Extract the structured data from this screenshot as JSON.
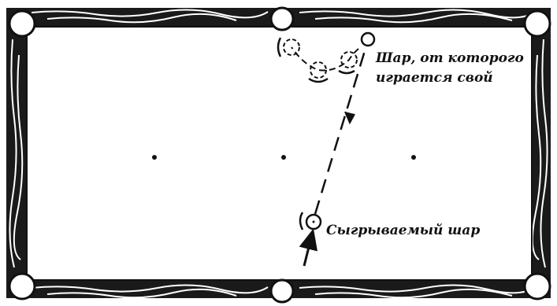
{
  "diagram": {
    "labels": {
      "object_ball_line1": "Шар, от которого",
      "object_ball_line2": "играется свой",
      "cue_ball": "Сыгрываемый шар"
    },
    "colors": {
      "ink": "#111111",
      "cloth": "#ffffff",
      "rail": "#1a1a1a"
    }
  }
}
